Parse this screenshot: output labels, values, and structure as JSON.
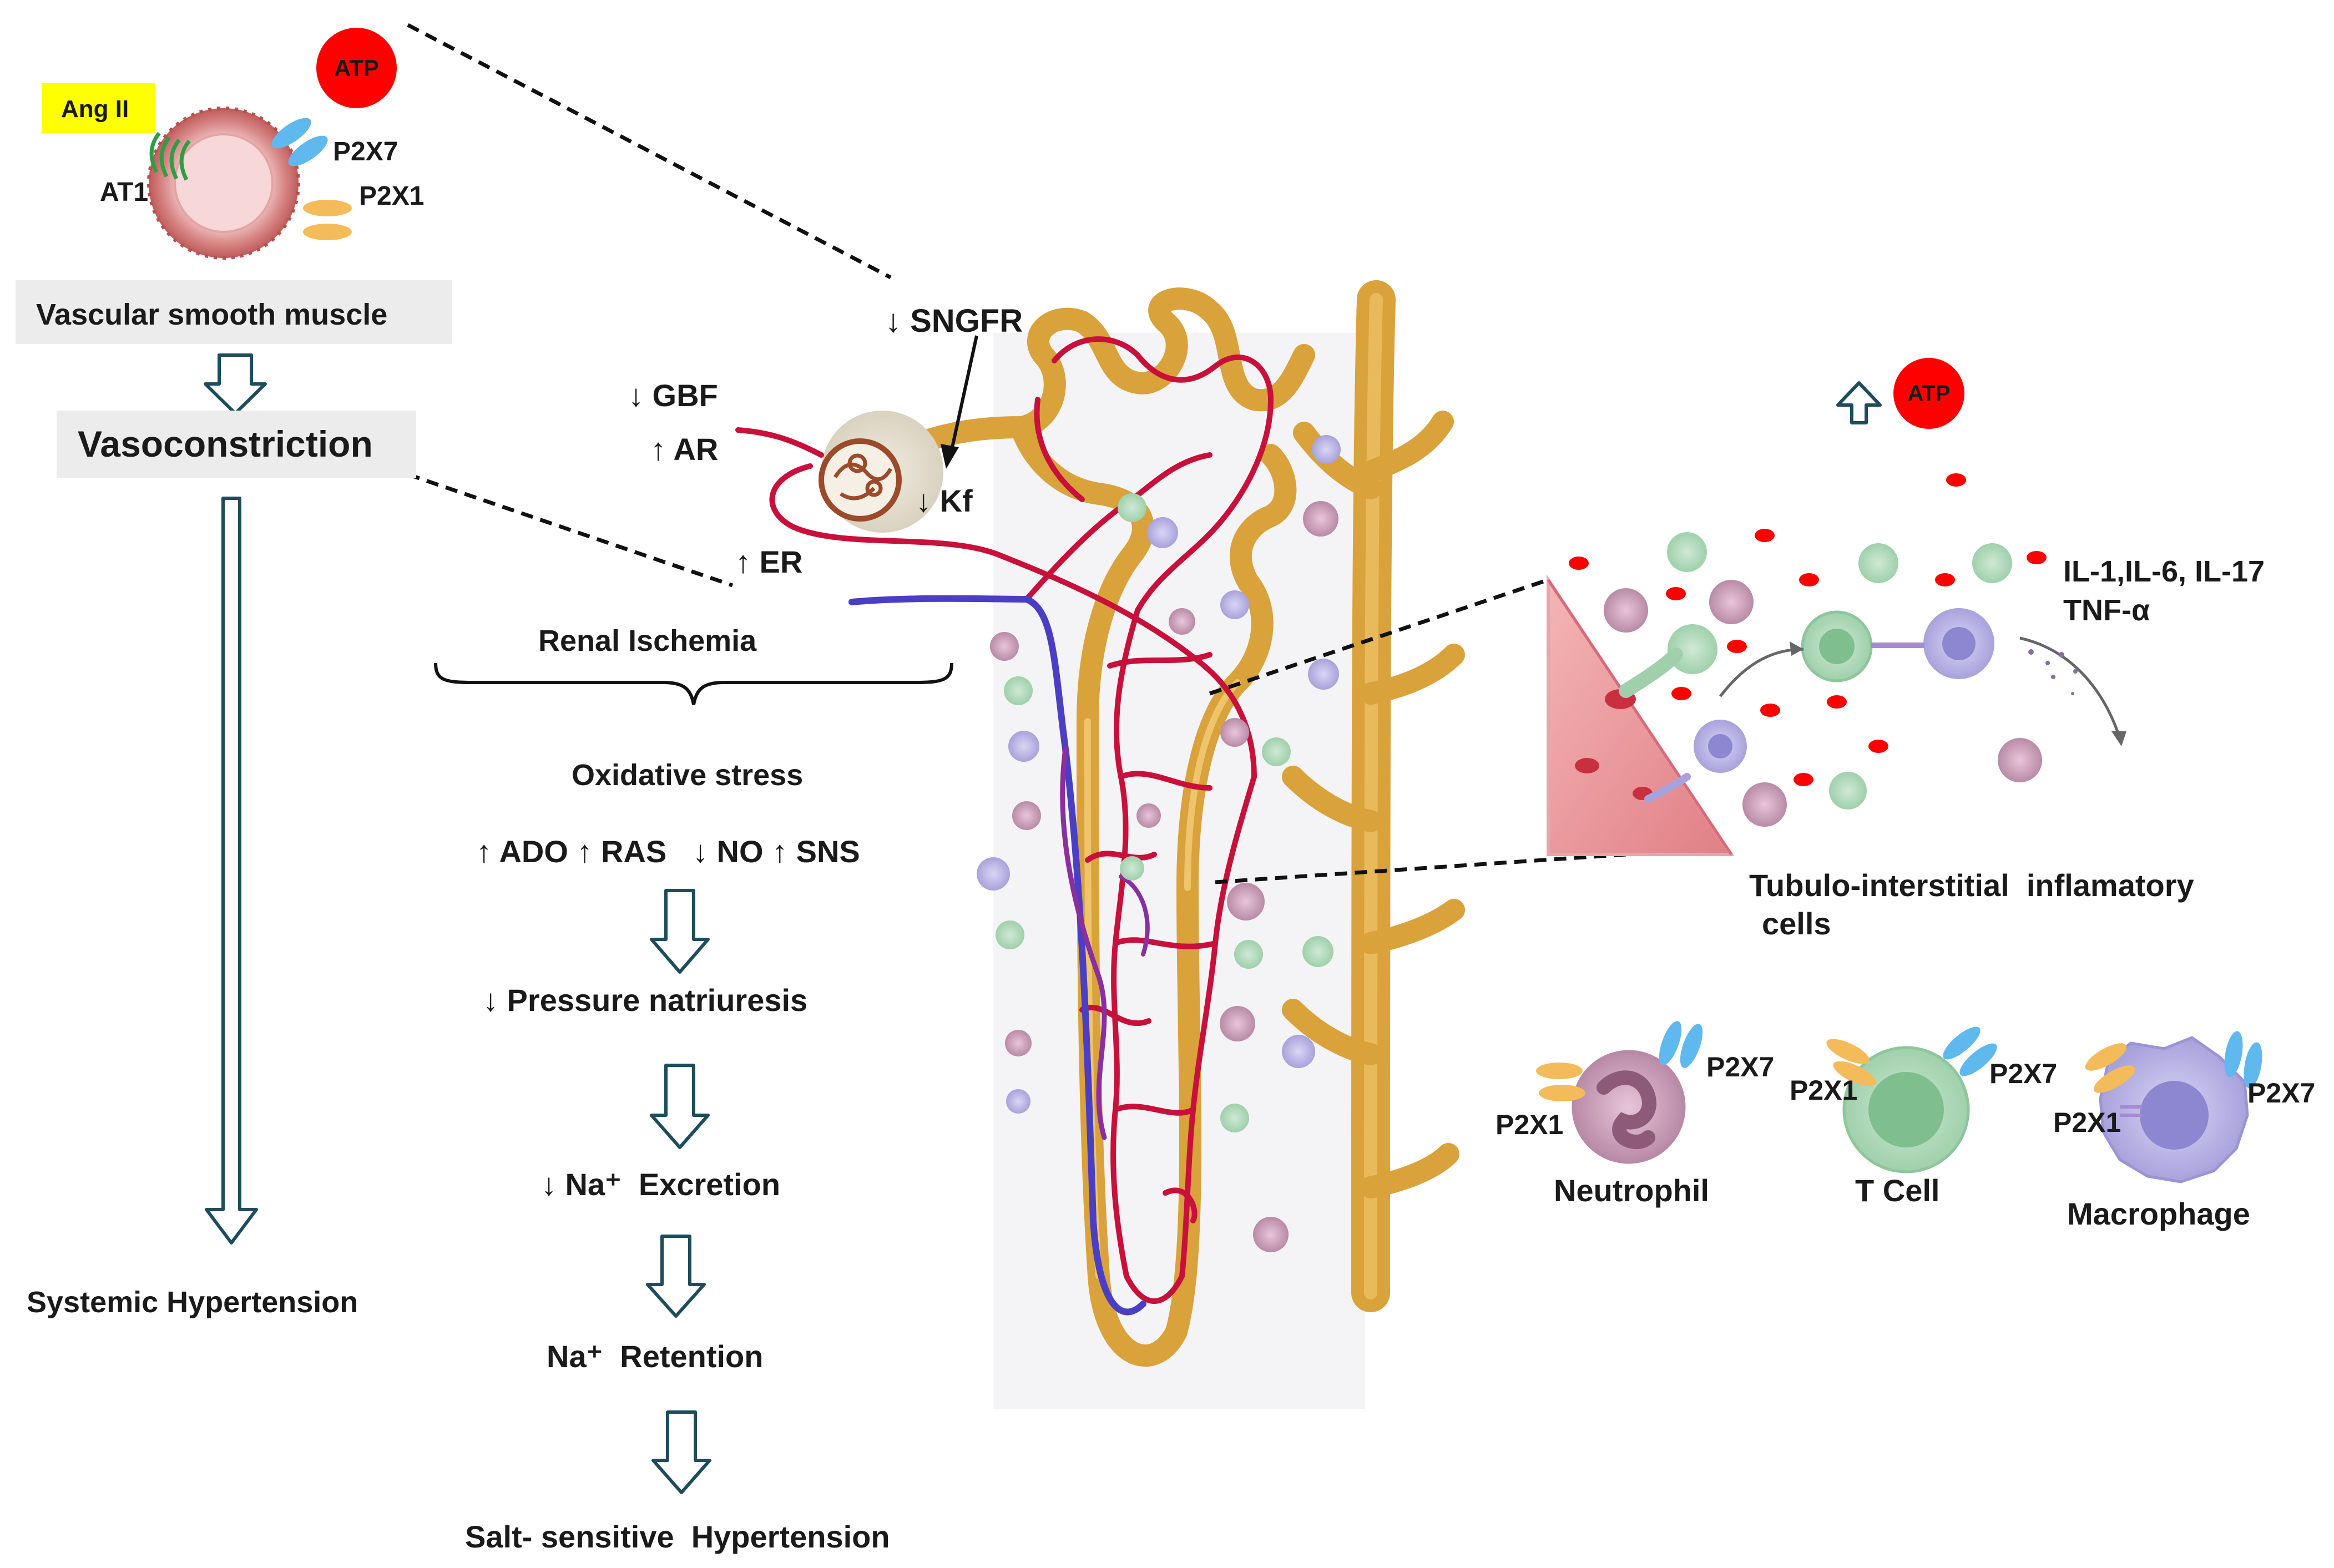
{
  "colors": {
    "atp": "#ff0000",
    "angii_bg": "#ffff00",
    "box_bg": "#ececec",
    "arrow_stroke": "#1d4d5c",
    "tubule": "#d9a23a",
    "vessel_red": "#c8103a",
    "vessel_blue": "#4a3fc4",
    "p2x7": "#5fb8ee",
    "p2x1": "#f4bb5a",
    "at1": "#2e9e44"
  },
  "left_panel": {
    "angii": "Ang II",
    "atp": "ATP",
    "at1": "AT1",
    "p2x7": "P2X7",
    "p2x1": "P2X1",
    "vascular_smooth_muscle": "Vascular smooth  muscle",
    "vasoconstriction": "Vasoconstriction",
    "systemic_hypertension": "Systemic  Hypertension"
  },
  "kidney": {
    "sngfr": "↓ SNGFR",
    "gbf": "↓ GBF",
    "ar": "↑ AR",
    "kf": "↓ Kf",
    "er": "↑ ER"
  },
  "center_flow": {
    "renal_ischemia": "Renal Ischemia",
    "oxidative_stress": "Oxidative stress",
    "mediators": "↑ ADO ↑ RAS   ↓ NO ↑ SNS",
    "pressure_natriuresis": "↓ Pressure natriuresis",
    "na_excretion": "↓ Na⁺  Excretion",
    "na_retention": "Na⁺  Retention",
    "salt_sensitive": "Salt- sensitive  Hypertension"
  },
  "right_panel": {
    "atp": "ATP",
    "cytokines_line1": "IL-1,IL-6, IL-17",
    "cytokines_line2": "TNF-α",
    "inflammatory_line1": "Tubulo-interstitial  inflamatory",
    "inflammatory_line2": "cells",
    "neutrophil": "Neutrophil",
    "t_cell": "T Cell",
    "macrophage": "Macrophage",
    "p2x7": "P2X7",
    "p2x1": "P2X1"
  }
}
